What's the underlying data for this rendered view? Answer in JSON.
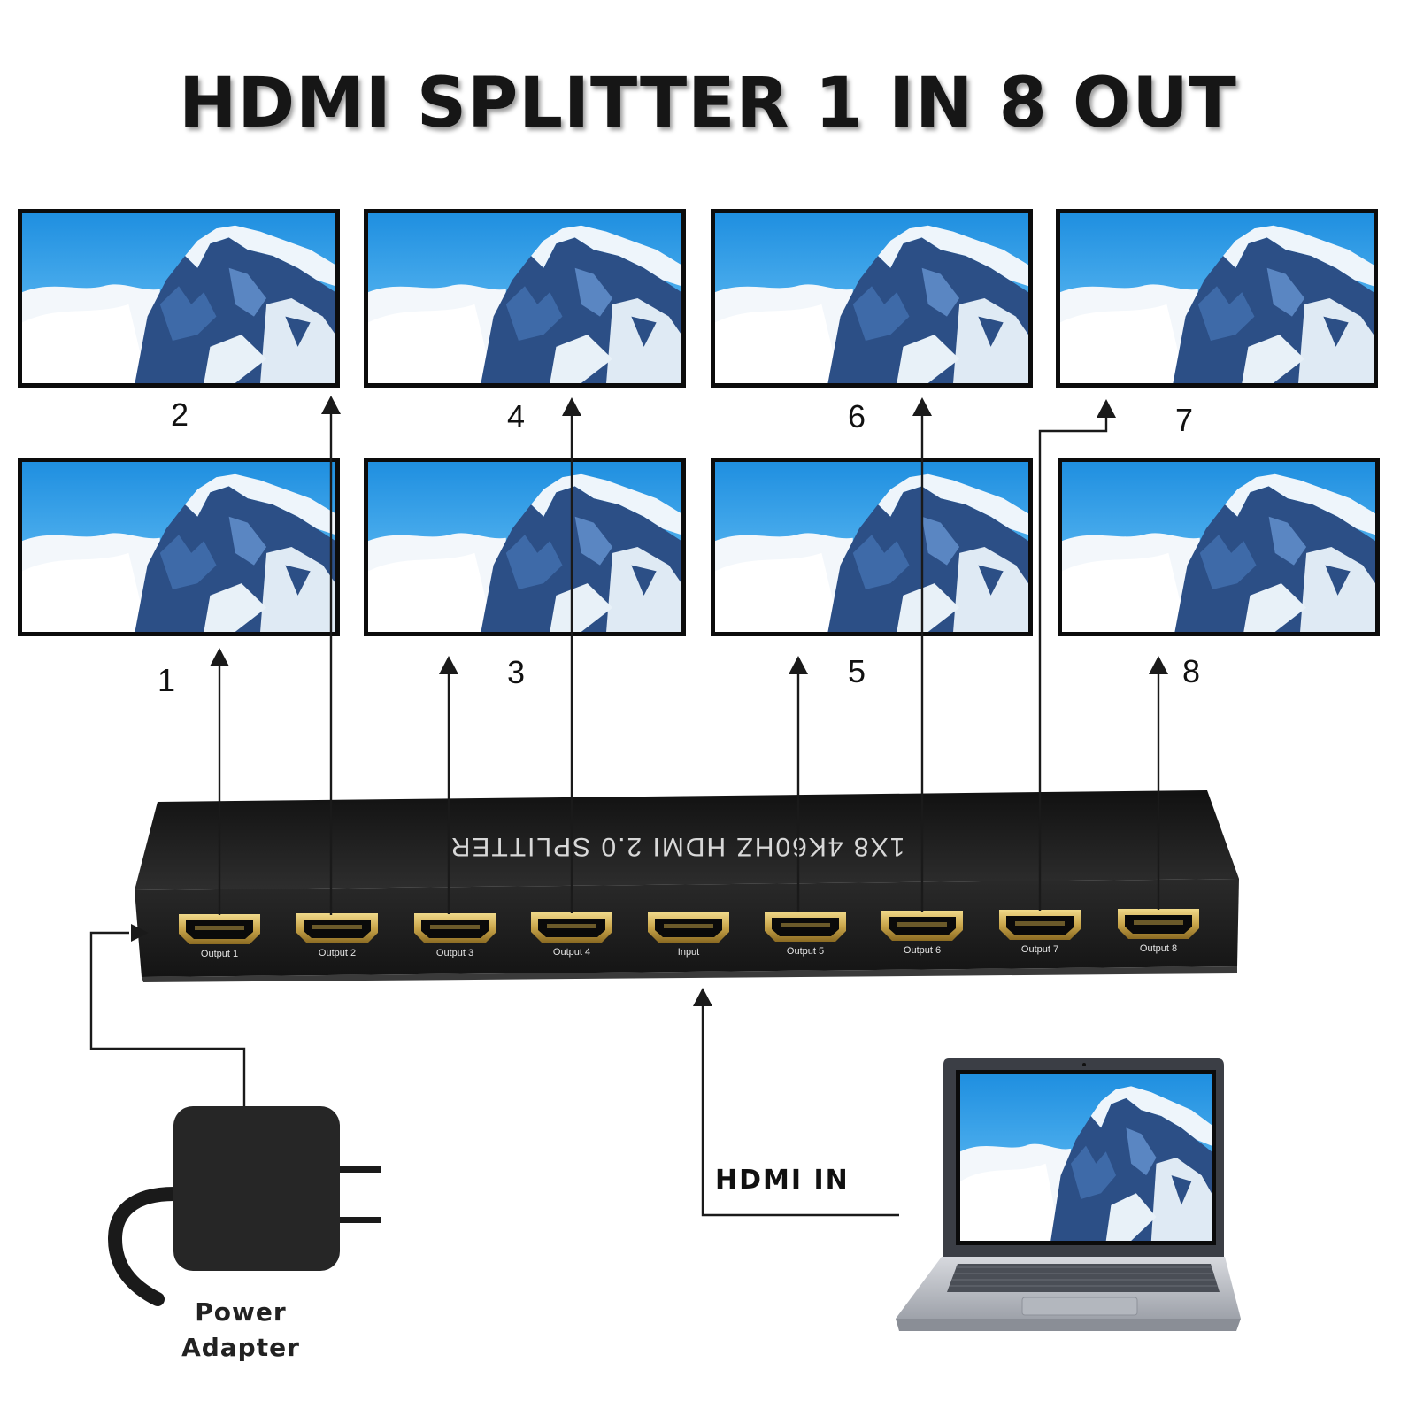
{
  "title": "HDMI SPLITTER 1 IN 8 OUT",
  "device": {
    "label": "1X8 4K60HZ HDMI 2.0 SPLITTER",
    "ports": [
      "Output 1",
      "Output 2",
      "Output 3",
      "Output 4",
      "Input",
      "Output 5",
      "Output 6",
      "Output 7",
      "Output 8"
    ]
  },
  "screens": [
    {
      "id": "screen-1",
      "number": "1"
    },
    {
      "id": "screen-2",
      "number": "2"
    },
    {
      "id": "screen-3",
      "number": "3"
    },
    {
      "id": "screen-4",
      "number": "4"
    },
    {
      "id": "screen-5",
      "number": "5"
    },
    {
      "id": "screen-6",
      "number": "6"
    },
    {
      "id": "screen-7",
      "number": "7"
    },
    {
      "id": "screen-8",
      "number": "8"
    }
  ],
  "labels": {
    "hdmi_in": "HDMI IN",
    "power_line1": "Power",
    "power_line2": "Adapter"
  },
  "colors": {
    "screen_sky": "#1f8fe0",
    "screen_sky_light": "#9fd6f7",
    "mountain": "#2c4f86",
    "snow": "#eef5fb",
    "device_body": "#1b1b1b",
    "port_gold": "#c9a54a",
    "line": "#1a1a1a"
  }
}
